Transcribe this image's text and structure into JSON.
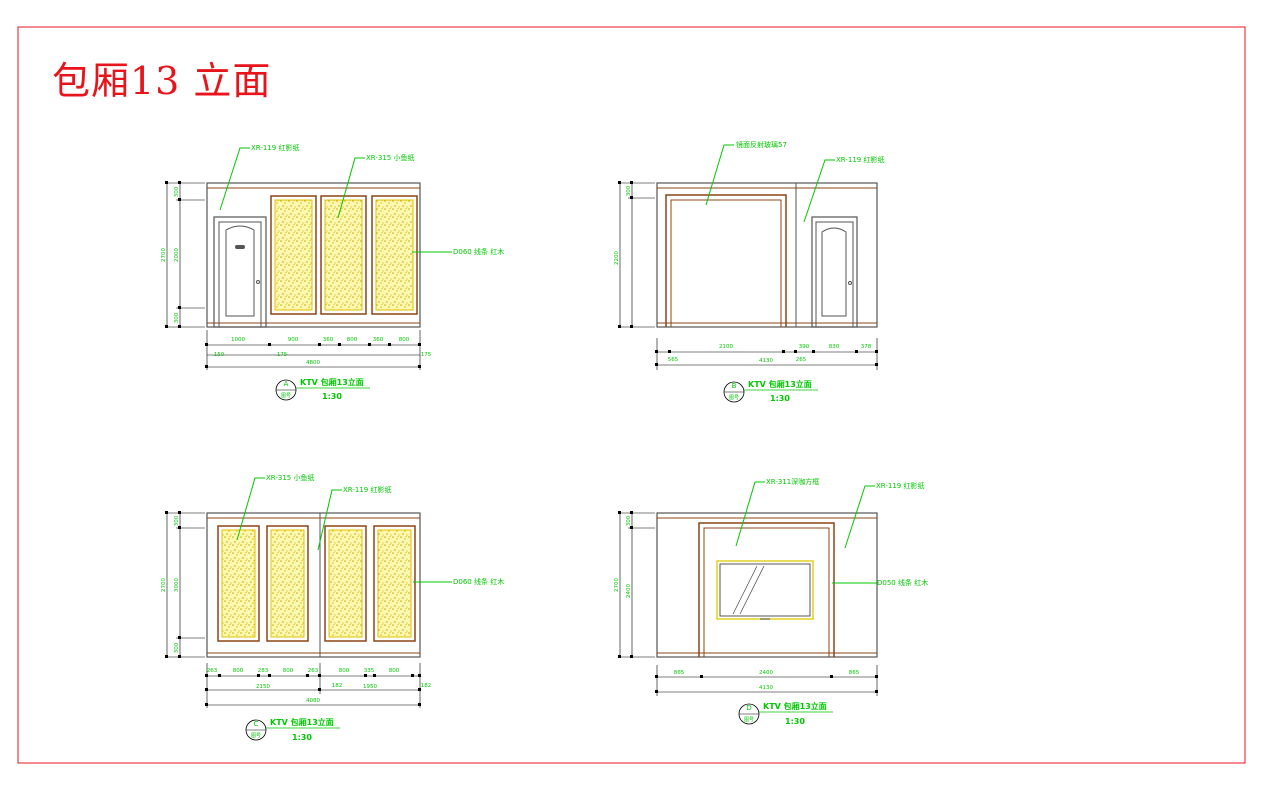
{
  "sheet": {
    "title": "包厢13 立面",
    "colors": {
      "border": "#e8141b",
      "annotation": "#00c800",
      "frame": "#8b4513",
      "panel": "#e8d44a",
      "dimension": "#000000"
    }
  },
  "elevations": [
    {
      "id": "A",
      "index_label": "A",
      "sheet_label": "图号",
      "caption": "KTV 包厢13立面",
      "scale": "1:30",
      "callouts": [
        {
          "text": "XR-119 红影纸"
        },
        {
          "text": "XR-315 小鱼纸"
        },
        {
          "text": "D060 线条 红木"
        }
      ],
      "dims_h": [
        "1000",
        "900",
        "360",
        "800",
        "360",
        "800"
      ],
      "dims_h_small": [
        "150",
        "175",
        "175"
      ],
      "dims_total": "4800",
      "dims_v": [
        "300",
        "2000",
        "2700",
        "300"
      ]
    },
    {
      "id": "B",
      "index_label": "B",
      "sheet_label": "图号",
      "caption": "KTV 包厢13立面",
      "scale": "1:30",
      "callouts": [
        {
          "text": "镜面反射玻璃57"
        },
        {
          "text": "XR-119 红影纸"
        }
      ],
      "dims_h": [
        "2100",
        "390",
        "830",
        "378"
      ],
      "dims_h_small": [
        "565",
        "265"
      ],
      "dims_total": "4130",
      "dims_v": [
        "300",
        "2200"
      ]
    },
    {
      "id": "C",
      "index_label": "C",
      "sheet_label": "图号",
      "caption": "KTV 包厢13立面",
      "scale": "1:30",
      "callouts": [
        {
          "text": "XR-315 小鱼纸"
        },
        {
          "text": "XR-119 红影纸"
        },
        {
          "text": "D060 线条 红木"
        }
      ],
      "dims_h": [
        "263",
        "800",
        "283",
        "800",
        "263",
        "800",
        "335",
        "800"
      ],
      "dims_mid": [
        "2150",
        "1950"
      ],
      "dims_h_small": [
        "182",
        "182"
      ],
      "dims_total": "4080",
      "dims_v": [
        "300",
        "2700",
        "3000",
        "300"
      ]
    },
    {
      "id": "D",
      "index_label": "D",
      "sheet_label": "图号",
      "caption": "KTV 包厢13立面",
      "scale": "1:30",
      "callouts": [
        {
          "text": "XR-311深咖方框"
        },
        {
          "text": "XR-119 红影纸"
        },
        {
          "text": "D050 线条 红木"
        }
      ],
      "dims_h": [
        "865",
        "2400",
        "865"
      ],
      "dims_total": "4130",
      "dims_v": [
        "300",
        "2700",
        "2400"
      ]
    }
  ]
}
